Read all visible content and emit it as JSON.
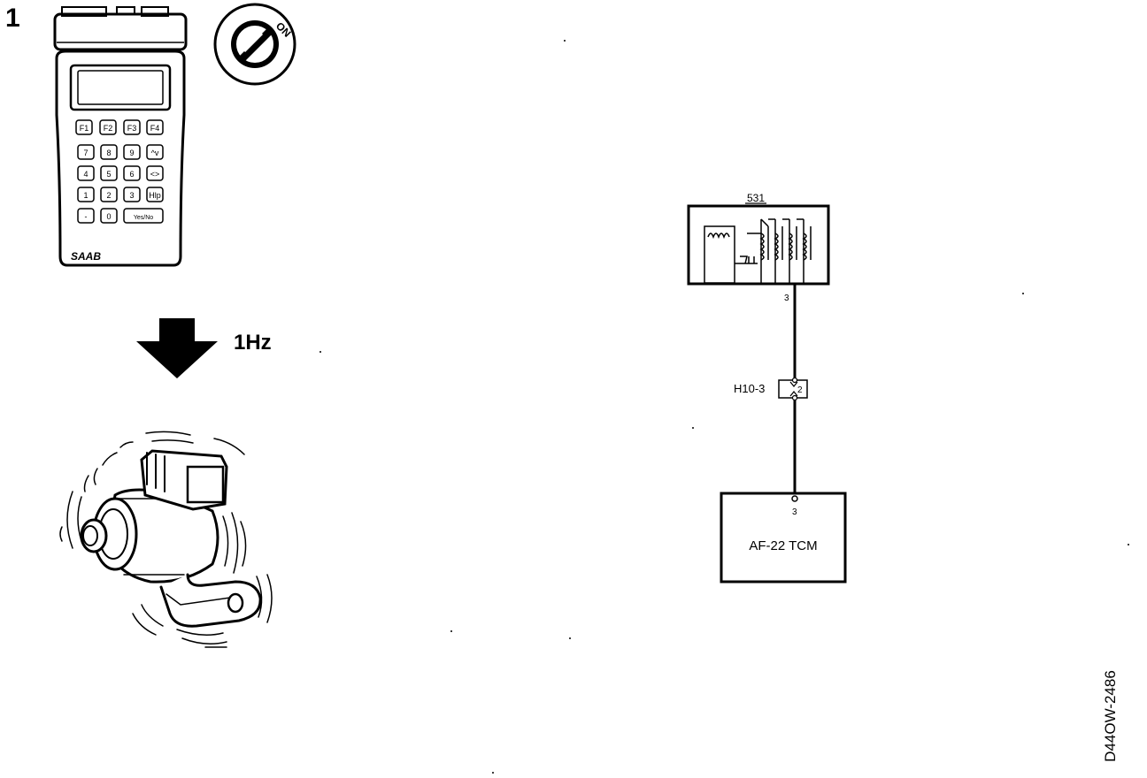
{
  "step": {
    "number": "1"
  },
  "tester": {
    "brand": "SAAB",
    "keys": [
      [
        "F1",
        "F2",
        "F3",
        "F4"
      ],
      [
        "7",
        "8",
        "9",
        "^v"
      ],
      [
        "4",
        "5",
        "6",
        "<>"
      ],
      [
        "1",
        "2",
        "3",
        "Hlp"
      ],
      [
        "-",
        "0",
        "Yes/No"
      ]
    ]
  },
  "ignition": {
    "position_label": "ON"
  },
  "signal": {
    "frequency_label": "1Hz"
  },
  "schematic": {
    "component_id": "531",
    "connector_id": "H10-3",
    "connector_pin": "2",
    "upper_pin": "3",
    "lower_pin": "3",
    "module_label": "AF-22 TCM"
  },
  "drawing": {
    "reference": "D44OW-2486"
  }
}
